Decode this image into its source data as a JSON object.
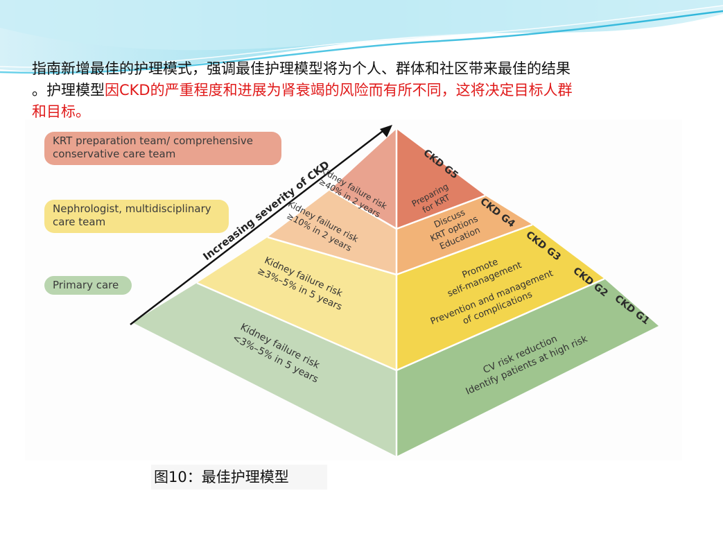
{
  "heading": {
    "line1": "指南新增最佳的护理模式，强调最佳护理模型将为个人、群体和社区带来最佳的结果",
    "line2_black": "。护理模型",
    "line2_red": "因CKD的严重程度和进展为肾衰竭的风险而有所不同，这将决定目标人群",
    "line3_red": "和目标。"
  },
  "legend": {
    "krt": "KRT preparation team/ comprehensive conservative care team",
    "nephrologist": "Nephrologist, multidisciplinary care team",
    "primary": "Primary care"
  },
  "pyramid": {
    "axis_label": "Increasing severity of CKD",
    "left": {
      "tier5": [
        "Kidney failure risk",
        "≥40% in 2 years"
      ],
      "tier4": [
        "Kidney failure risk",
        "≥10% in 2 years"
      ],
      "tier3": [
        "Kidney failure risk",
        "≥3%–5% in 5 years"
      ],
      "tier1": [
        "Kidney failure risk",
        "<3%–5% in 5 years"
      ]
    },
    "right": {
      "tier5": [
        "Preparing",
        "for KRT"
      ],
      "tier4": [
        "Discuss",
        "KRT options",
        "Education"
      ],
      "tier3": [
        "Promote",
        "self-management",
        "Prevention and management",
        "of complications"
      ],
      "tier1": [
        "CV risk reduction",
        "Identify patients at high risk"
      ]
    },
    "stages": {
      "g5": "CKD G5",
      "g4": "CKD G4",
      "g3": "CKD G3",
      "g2": "CKD G2",
      "g1": "CKD G1"
    },
    "colors": {
      "salmon_left": "#e9a38f",
      "salmon_right": "#e07f64",
      "peach_left": "#f5c9a0",
      "peach_right": "#f2b377",
      "yellow_left": "#f8e697",
      "yellow_right": "#f3d54d",
      "green_left": "#c3d9b9",
      "green_right": "#9fc58f"
    }
  },
  "caption": "图10：最佳护理模型"
}
